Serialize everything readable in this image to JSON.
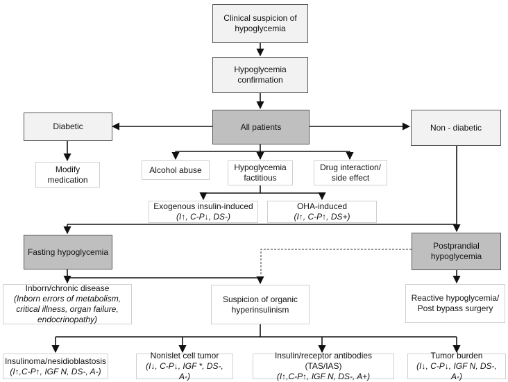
{
  "nodes": {
    "clinical_suspicion": [
      "Clinical suspicion of",
      "hypoglycemia"
    ],
    "confirmation": [
      "Hypoglycemia",
      "confirmation"
    ],
    "all_patients": [
      "All patients"
    ],
    "diabetic": [
      "Diabetic"
    ],
    "non_diabetic": [
      "Non - diabetic"
    ],
    "modify_medication": [
      "Modify",
      "medication"
    ],
    "alcohol_abuse": [
      "Alcohol abuse"
    ],
    "factitious": [
      "Hypoglycemia",
      "factitious"
    ],
    "drug_interaction": [
      "Drug interaction/",
      "side effect"
    ],
    "exogenous_insulin": {
      "title": "Exogenous insulin-induced",
      "detail": "(I↑, C-P↓, DS-)"
    },
    "oha_induced": {
      "title": "OHA-induced",
      "detail": "(I↑, C-P↑, DS+)"
    },
    "fasting": [
      "Fasting hypoglycemia"
    ],
    "postprandial": [
      "Postprandial",
      "hypoglycemia"
    ],
    "inborn": {
      "title": "Inborn/chronic disease",
      "detail": [
        "(Inborn errors of metabolism,",
        "critical illness, organ failure,",
        "endocrinopathy)"
      ]
    },
    "organic_suspicion": [
      "Suspicion of organic",
      "hyperinsulinism"
    ],
    "reactive": [
      "Reactive hypoglycemia/",
      "Post bypass surgery"
    ],
    "insulinoma": {
      "title": "Insulinoma/nesidioblastosis",
      "detail": "(I↑,C-P↑, IGF N, DS-, A-)"
    },
    "nonislet": {
      "title": "Nonislet cell tumor",
      "detail": "(I↓, C-P↓, IGF *, DS-, A-)"
    },
    "antibodies": {
      "title": "Insulin/receptor antibodies (TAS/IAS)",
      "detail": "(I↑,C-P↑, IGF N, DS-, A+)"
    },
    "tumor_burden": {
      "title": "Tumor burden",
      "detail": "(I↓, C-P↓, IGF N, DS-, A-)"
    }
  }
}
